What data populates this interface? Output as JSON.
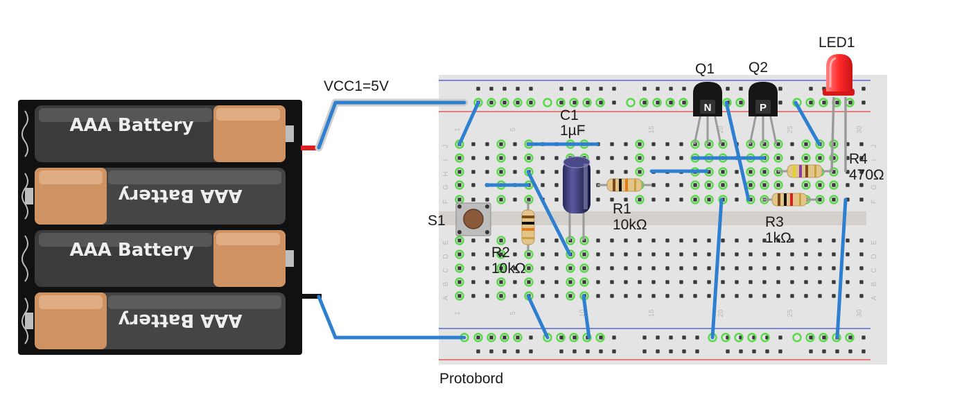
{
  "battery": {
    "cells": [
      {
        "label": "AAA Battery",
        "flipped": false
      },
      {
        "label": "AAA Battery",
        "flipped": true
      },
      {
        "label": "AAA Battery",
        "flipped": false
      },
      {
        "label": "AAA Battery",
        "flipped": true
      }
    ]
  },
  "labels": {
    "vcc": "VCC1=5V",
    "breadboard": "Protobord",
    "s1": "S1",
    "c1_name": "C1",
    "c1_value": "1µF",
    "r1_name": "R1",
    "r1_value": "10kΩ",
    "r2_name": "R2",
    "r2_value": "10kΩ",
    "r3_name": "R3",
    "r3_value": "1kΩ",
    "r4_name": "R4",
    "r4_value": "470Ω",
    "q1_name": "Q1",
    "q1_type": "N",
    "q2_name": "Q2",
    "q2_type": "P",
    "led_name": "LED1"
  },
  "breadboard": {
    "row_letters_top": [
      "J",
      "I",
      "H",
      "G",
      "F"
    ],
    "row_letters_bottom": [
      "E",
      "D",
      "C",
      "B",
      "A"
    ],
    "column_numbers": [
      "1",
      "5",
      "10",
      "15",
      "20",
      "25",
      "30"
    ]
  },
  "colors": {
    "wire": "#2f7fd0",
    "battery_copper": "#cf9263",
    "battery_body": "#3b3b3b",
    "rail_red": "#e04040",
    "rail_blue": "#3a4cd8",
    "led": "#ff3b3b",
    "board": "#e4e4e4"
  }
}
